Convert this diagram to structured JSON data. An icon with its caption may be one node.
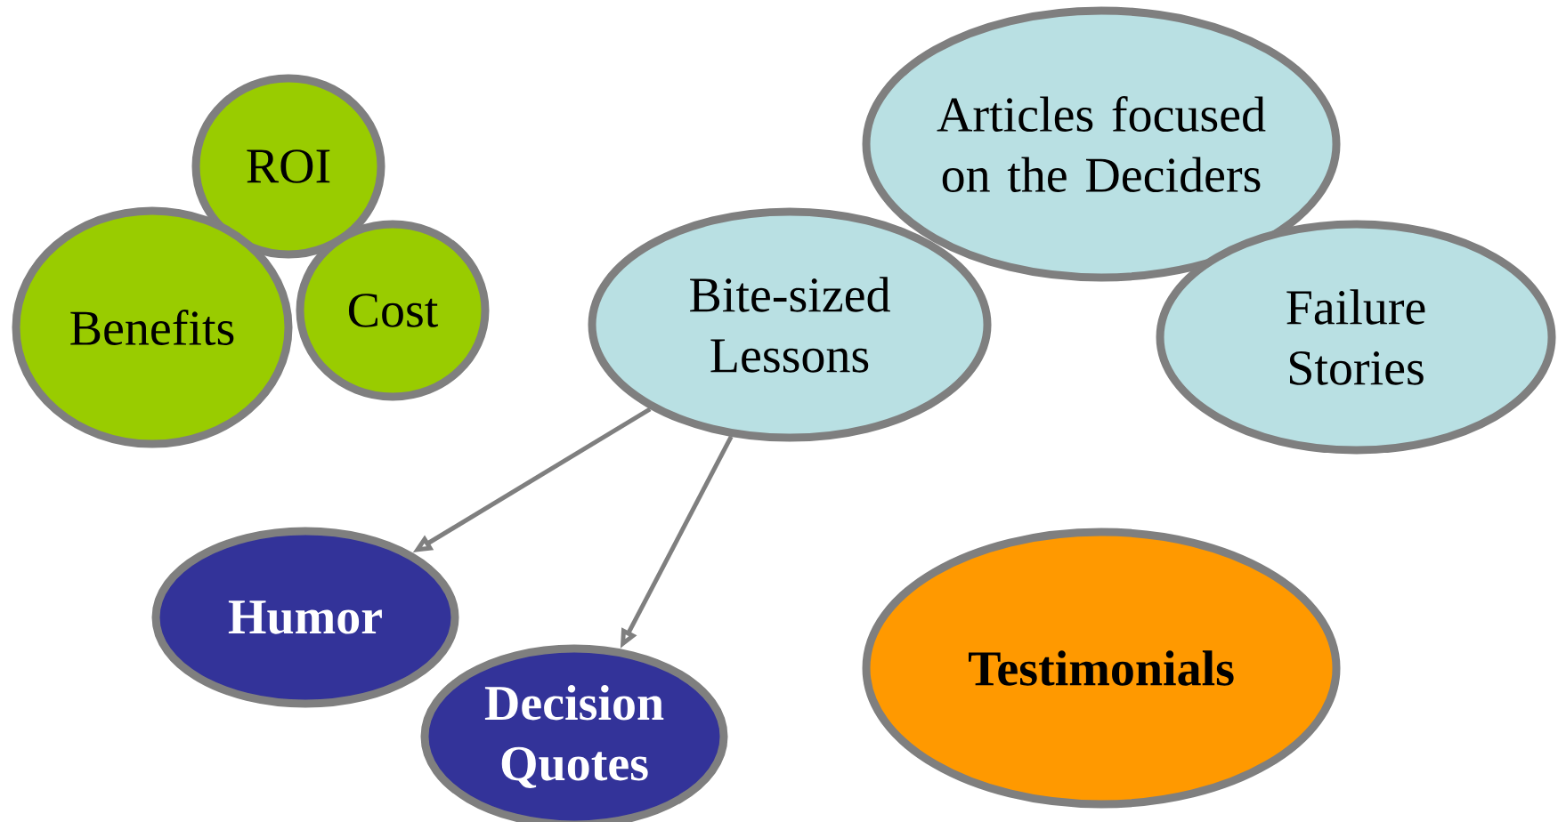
{
  "diagram": {
    "nodes": [
      {
        "text": [
          "ROI"
        ]
      },
      {
        "text": [
          "Benefits"
        ]
      },
      {
        "text": [
          "Cost"
        ]
      },
      {
        "text": [
          "Articles focused on the Deciders"
        ]
      },
      {
        "text": [
          "Bite-sized Lessons"
        ]
      },
      {
        "text": [
          "Failure Stories"
        ]
      },
      {
        "text": [
          "Humor"
        ]
      },
      {
        "text": [
          "Decision Quotes"
        ]
      },
      {
        "text": [
          "Testimonials"
        ]
      }
    ],
    "edges": [
      {
        "from": 4,
        "to": 6,
        "arrow": "to"
      },
      {
        "from": 4,
        "to": 7,
        "arrow": "to"
      }
    ]
  }
}
